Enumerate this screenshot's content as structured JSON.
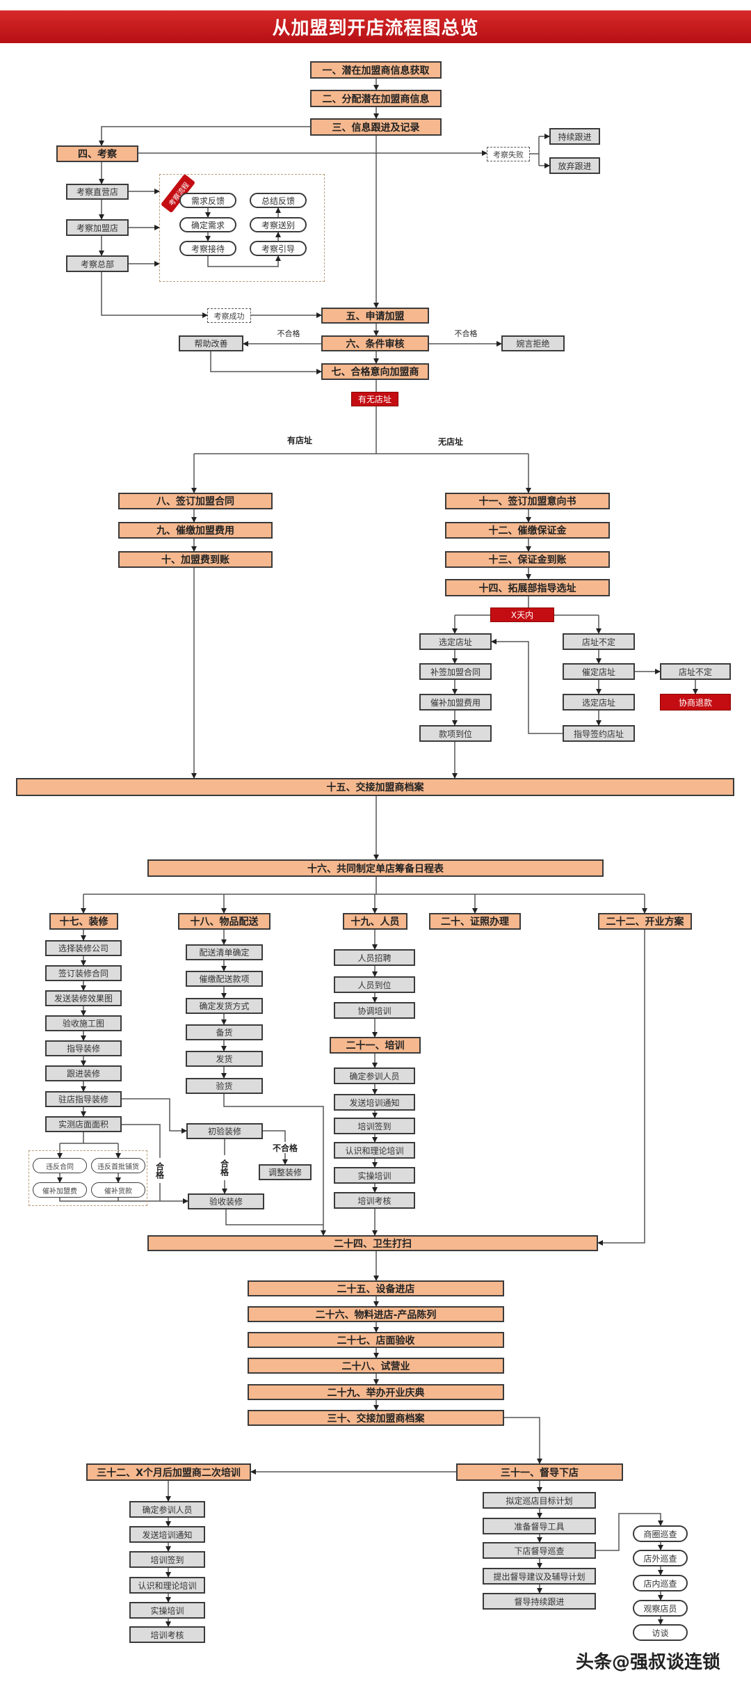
{
  "title": "从加盟到开店流程图总览",
  "colors": {
    "header_red": "#c8161d",
    "step_orange": "#f6b88e",
    "task_gray": "#dcdcdc",
    "alert_red": "#c40d12"
  },
  "steps": {
    "s1": "一、潜在加盟商信息获取",
    "s2": "二、分配潜在加盟商信息",
    "s3": "三、信息跟进及记录",
    "s4": "四、考察",
    "s5": "五、申请加盟",
    "s6": "六、条件审核",
    "s7": "七、合格意向加盟商",
    "s8": "八、签订加盟合同",
    "s9": "九、催缴加盟费用",
    "s10": "十、加盟费到账",
    "s11": "十一、签订加盟意向书",
    "s12": "十二、催缴保证金",
    "s13": "十三、保证金到账",
    "s14": "十四、拓展部指导选址",
    "s15": "十五、交接加盟商档案",
    "s16": "十六、共同制定单店筹备日程表",
    "s17": "十七、装修",
    "s18": "十八、物品配送",
    "s19": "十九、人员",
    "s20": "二十、证照办理",
    "s21": "二十一、培训",
    "s22": "二十二、开业方案",
    "s24": "二十四、卫生打扫",
    "s25": "二十五、设备进店",
    "s26": "二十六、物料进店-产品陈列",
    "s27": "二十七、店面验收",
    "s28": "二十八、试营业",
    "s29": "二十九、举办开业庆典",
    "s30": "三十、交接加盟商档案",
    "s31": "三十一、督导下店",
    "s32": "三十二、X个月后加盟商二次培训"
  },
  "inspection": {
    "fail": "考察失败",
    "continue": "持续跟进",
    "abandon": "放弃跟进",
    "direct": "考察直营店",
    "franchise": "考察加盟店",
    "hq": "考察总部",
    "stamp": "考察流程",
    "flow": [
      "需求反馈",
      "确定需求",
      "考察接待",
      "总结反馈",
      "考察送别",
      "考察引导"
    ],
    "success": "考察成功"
  },
  "review": {
    "fail_label": "不合格",
    "help": "帮助改善",
    "reject": "婉言拒绝"
  },
  "site": {
    "decision": "有无店址",
    "has": "有店址",
    "none": "无店址",
    "deadline": "X天内",
    "left": [
      "选定店址",
      "补签加盟合同",
      "催补加盟费用",
      "款项到位"
    ],
    "right": [
      "店址不定",
      "催定店址",
      "选定店址",
      "指导签约店址"
    ],
    "undecided": "店址不定",
    "refund": "协商退款"
  },
  "renovation": {
    "items": [
      "选择装修公司",
      "签订装修合同",
      "发送装修效果图",
      "验收施工图",
      "指导装修",
      "跟进装修",
      "驻店指导装修",
      "实测店面面积"
    ],
    "penalties": [
      "违反合同",
      "违反首批铺货",
      "催补加盟费",
      "催补货款"
    ],
    "initial": "初验装修",
    "pass": "合格",
    "fail": "不合格",
    "adjust": "调整装修",
    "accept": "验收装修"
  },
  "delivery": [
    "配送清单确定",
    "催缴配送款项",
    "确定发货方式",
    "备货",
    "发货",
    "验货"
  ],
  "staff": [
    "人员招聘",
    "人员到位",
    "协调培训"
  ],
  "training": [
    "确定参训人员",
    "发送培训通知",
    "培训签到",
    "认识和理论培训",
    "实操培训",
    "培训考核"
  ],
  "training2": [
    "确定参训人员",
    "发送培训通知",
    "培训签到",
    "认识和理论培训",
    "实操培训",
    "培训考核"
  ],
  "supervision": [
    "拟定巡店目标计划",
    "准备督导工具",
    "下店督导巡查",
    "提出督导建议及辅导计划",
    "督导持续跟进"
  ],
  "patrol": [
    "商圈巡查",
    "店外巡查",
    "店内巡查",
    "观察店员",
    "访谈"
  ],
  "watermark": "头条@强叔谈连锁"
}
